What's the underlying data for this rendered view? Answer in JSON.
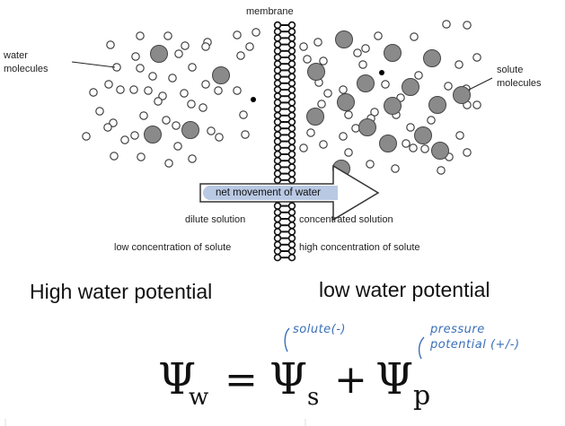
{
  "labels": {
    "membrane": "membrane",
    "water_molecules": "water\nmolecules",
    "solute_molecules": "solute\nmolecules",
    "net_movement": "net movement of water",
    "dilute": "dilute solution",
    "concentrated": "concentrated solution",
    "low_conc": "low concentration of solute",
    "high_conc": "high concentration of solute"
  },
  "headings": {
    "left": "High water potential",
    "right": "low water potential"
  },
  "annotations": {
    "solute": "solute(-)",
    "pressure_line1": "pressure",
    "pressure_line2": "potential (+/-)"
  },
  "equation": {
    "psi": "Ψ",
    "sub_w": "w",
    "equals": "=",
    "sub_s": "s",
    "plus": "+",
    "sub_p": "p"
  },
  "colors": {
    "solute_fill": "#8a8a8a",
    "arrow_highlight": "#b9c9e4",
    "handwriting": "#3a6fb7"
  }
}
